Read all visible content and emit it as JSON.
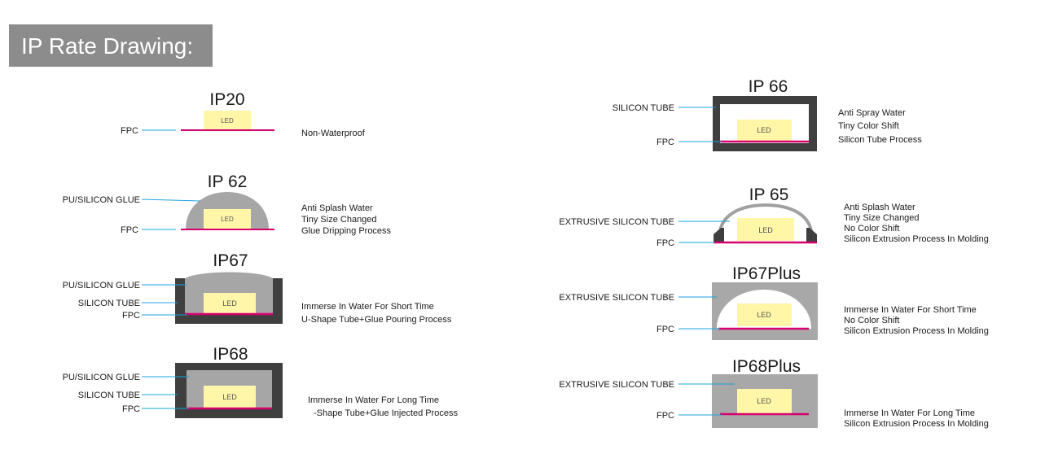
{
  "heading": "IP Rate Drawing:",
  "colors": {
    "heading_bg": "#8c8c8c",
    "heading_text": "#ffffff",
    "led_fill": "#fff6a8",
    "fpc_line": "#d6006e",
    "leader_line": "#1aa3dd",
    "tube_dark": "#3f3f3f",
    "glue_gray": "#a6a6a6",
    "profile_gray": "#a8a8a8",
    "text": "#1a1a1a"
  },
  "led_label": "LED",
  "ratings": {
    "ip20": {
      "title": "IP20",
      "labels": {
        "fpc": "FPC"
      },
      "desc": [
        "Non-Waterproof"
      ]
    },
    "ip62": {
      "title": "IP 62",
      "labels": {
        "glue": "PU/SILICON GLUE",
        "fpc": "FPC"
      },
      "desc": [
        "Anti Splash Water",
        "Tiny Size Changed",
        "Glue Dripping Process"
      ]
    },
    "ip67": {
      "title": "IP67",
      "labels": {
        "glue": "PU/SILICON GLUE",
        "tube": "SILICON TUBE",
        "fpc": "FPC"
      },
      "desc": [
        "Immerse In Water For Short Time",
        "U-Shape Tube+Glue Pouring Process"
      ]
    },
    "ip68": {
      "title": "IP68",
      "labels": {
        "glue": "PU/SILICON GLUE",
        "tube": "SILICON TUBE",
        "fpc": "FPC"
      },
      "desc": [
        "Immerse In Water For Long Time",
        "-Shape Tube+Glue Injected Process"
      ]
    },
    "ip66": {
      "title": "IP 66",
      "labels": {
        "tube": "SILICON TUBE",
        "fpc": "FPC"
      },
      "desc": [
        "Anti Spray Water",
        "Tiny Color Shift",
        "Silicon Tube Process"
      ]
    },
    "ip65": {
      "title": "IP 65",
      "labels": {
        "tube": "EXTRUSIVE SILICON TUBE",
        "fpc": "FPC"
      },
      "desc": [
        "Anti Splash Water",
        "Tiny Size Changed",
        "No Color Shift",
        "Silicon Extrusion Process In Molding"
      ]
    },
    "ip67plus": {
      "title": "IP67Plus",
      "labels": {
        "tube": "EXTRUSIVE SILICON TUBE",
        "fpc": "FPC"
      },
      "desc": [
        "Immerse In Water For Short Time",
        "No Color Shift",
        "Silicon Extrusion Process In Molding"
      ]
    },
    "ip68plus": {
      "title": "IP68Plus",
      "labels": {
        "tube": "EXTRUSIVE SILICON TUBE",
        "fpc": "FPC"
      },
      "desc": [
        "Immerse In Water For Long Time",
        "Silicon Extrusion Process In Molding"
      ]
    }
  }
}
